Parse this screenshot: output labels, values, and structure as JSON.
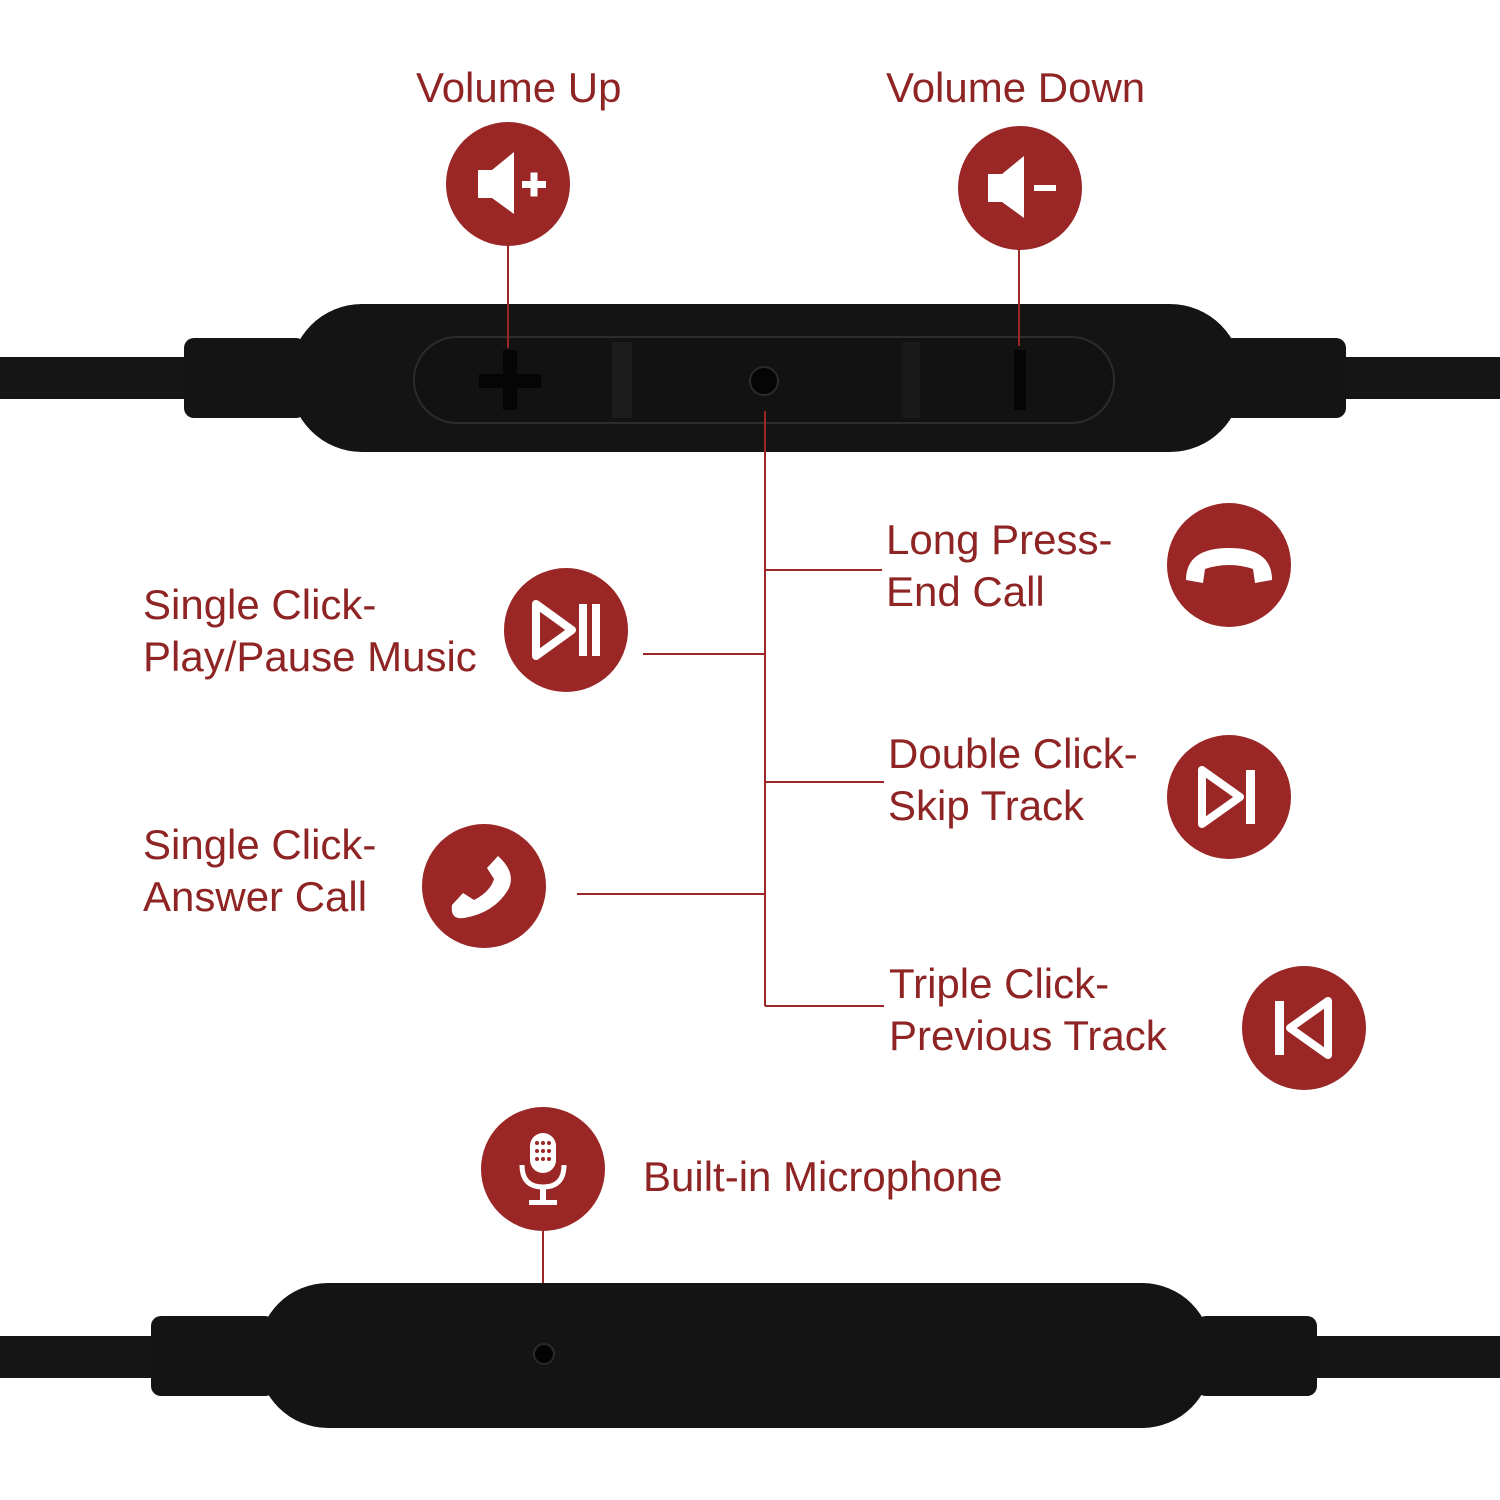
{
  "colors": {
    "accent": "#9a2626",
    "label_text": "#8f2424",
    "body": "#141414",
    "cable": "#151515",
    "background": "#ffffff"
  },
  "labels": {
    "volume_up": "Volume Up",
    "volume_down": "Volume Down",
    "long_press": {
      "line1": "Long Press-",
      "line2": "End Call"
    },
    "play_pause": {
      "line1": "Single Click-",
      "line2": "Play/Pause Music"
    },
    "double_click": {
      "line1": "Double Click-",
      "line2": "Skip Track"
    },
    "answer_call": {
      "line1": "Single Click-",
      "line2": "Answer Call"
    },
    "triple_click": {
      "line1": "Triple Click-",
      "line2": "Previous Track"
    },
    "microphone": "Built-in Microphone"
  },
  "icons": {
    "volume_up": "speaker-plus-icon",
    "volume_down": "speaker-minus-icon",
    "end_call": "hang-up-phone-icon",
    "play_pause": "play-pause-icon",
    "skip_track": "skip-forward-icon",
    "answer_call": "phone-icon",
    "previous_track": "skip-back-icon",
    "microphone": "microphone-icon"
  }
}
